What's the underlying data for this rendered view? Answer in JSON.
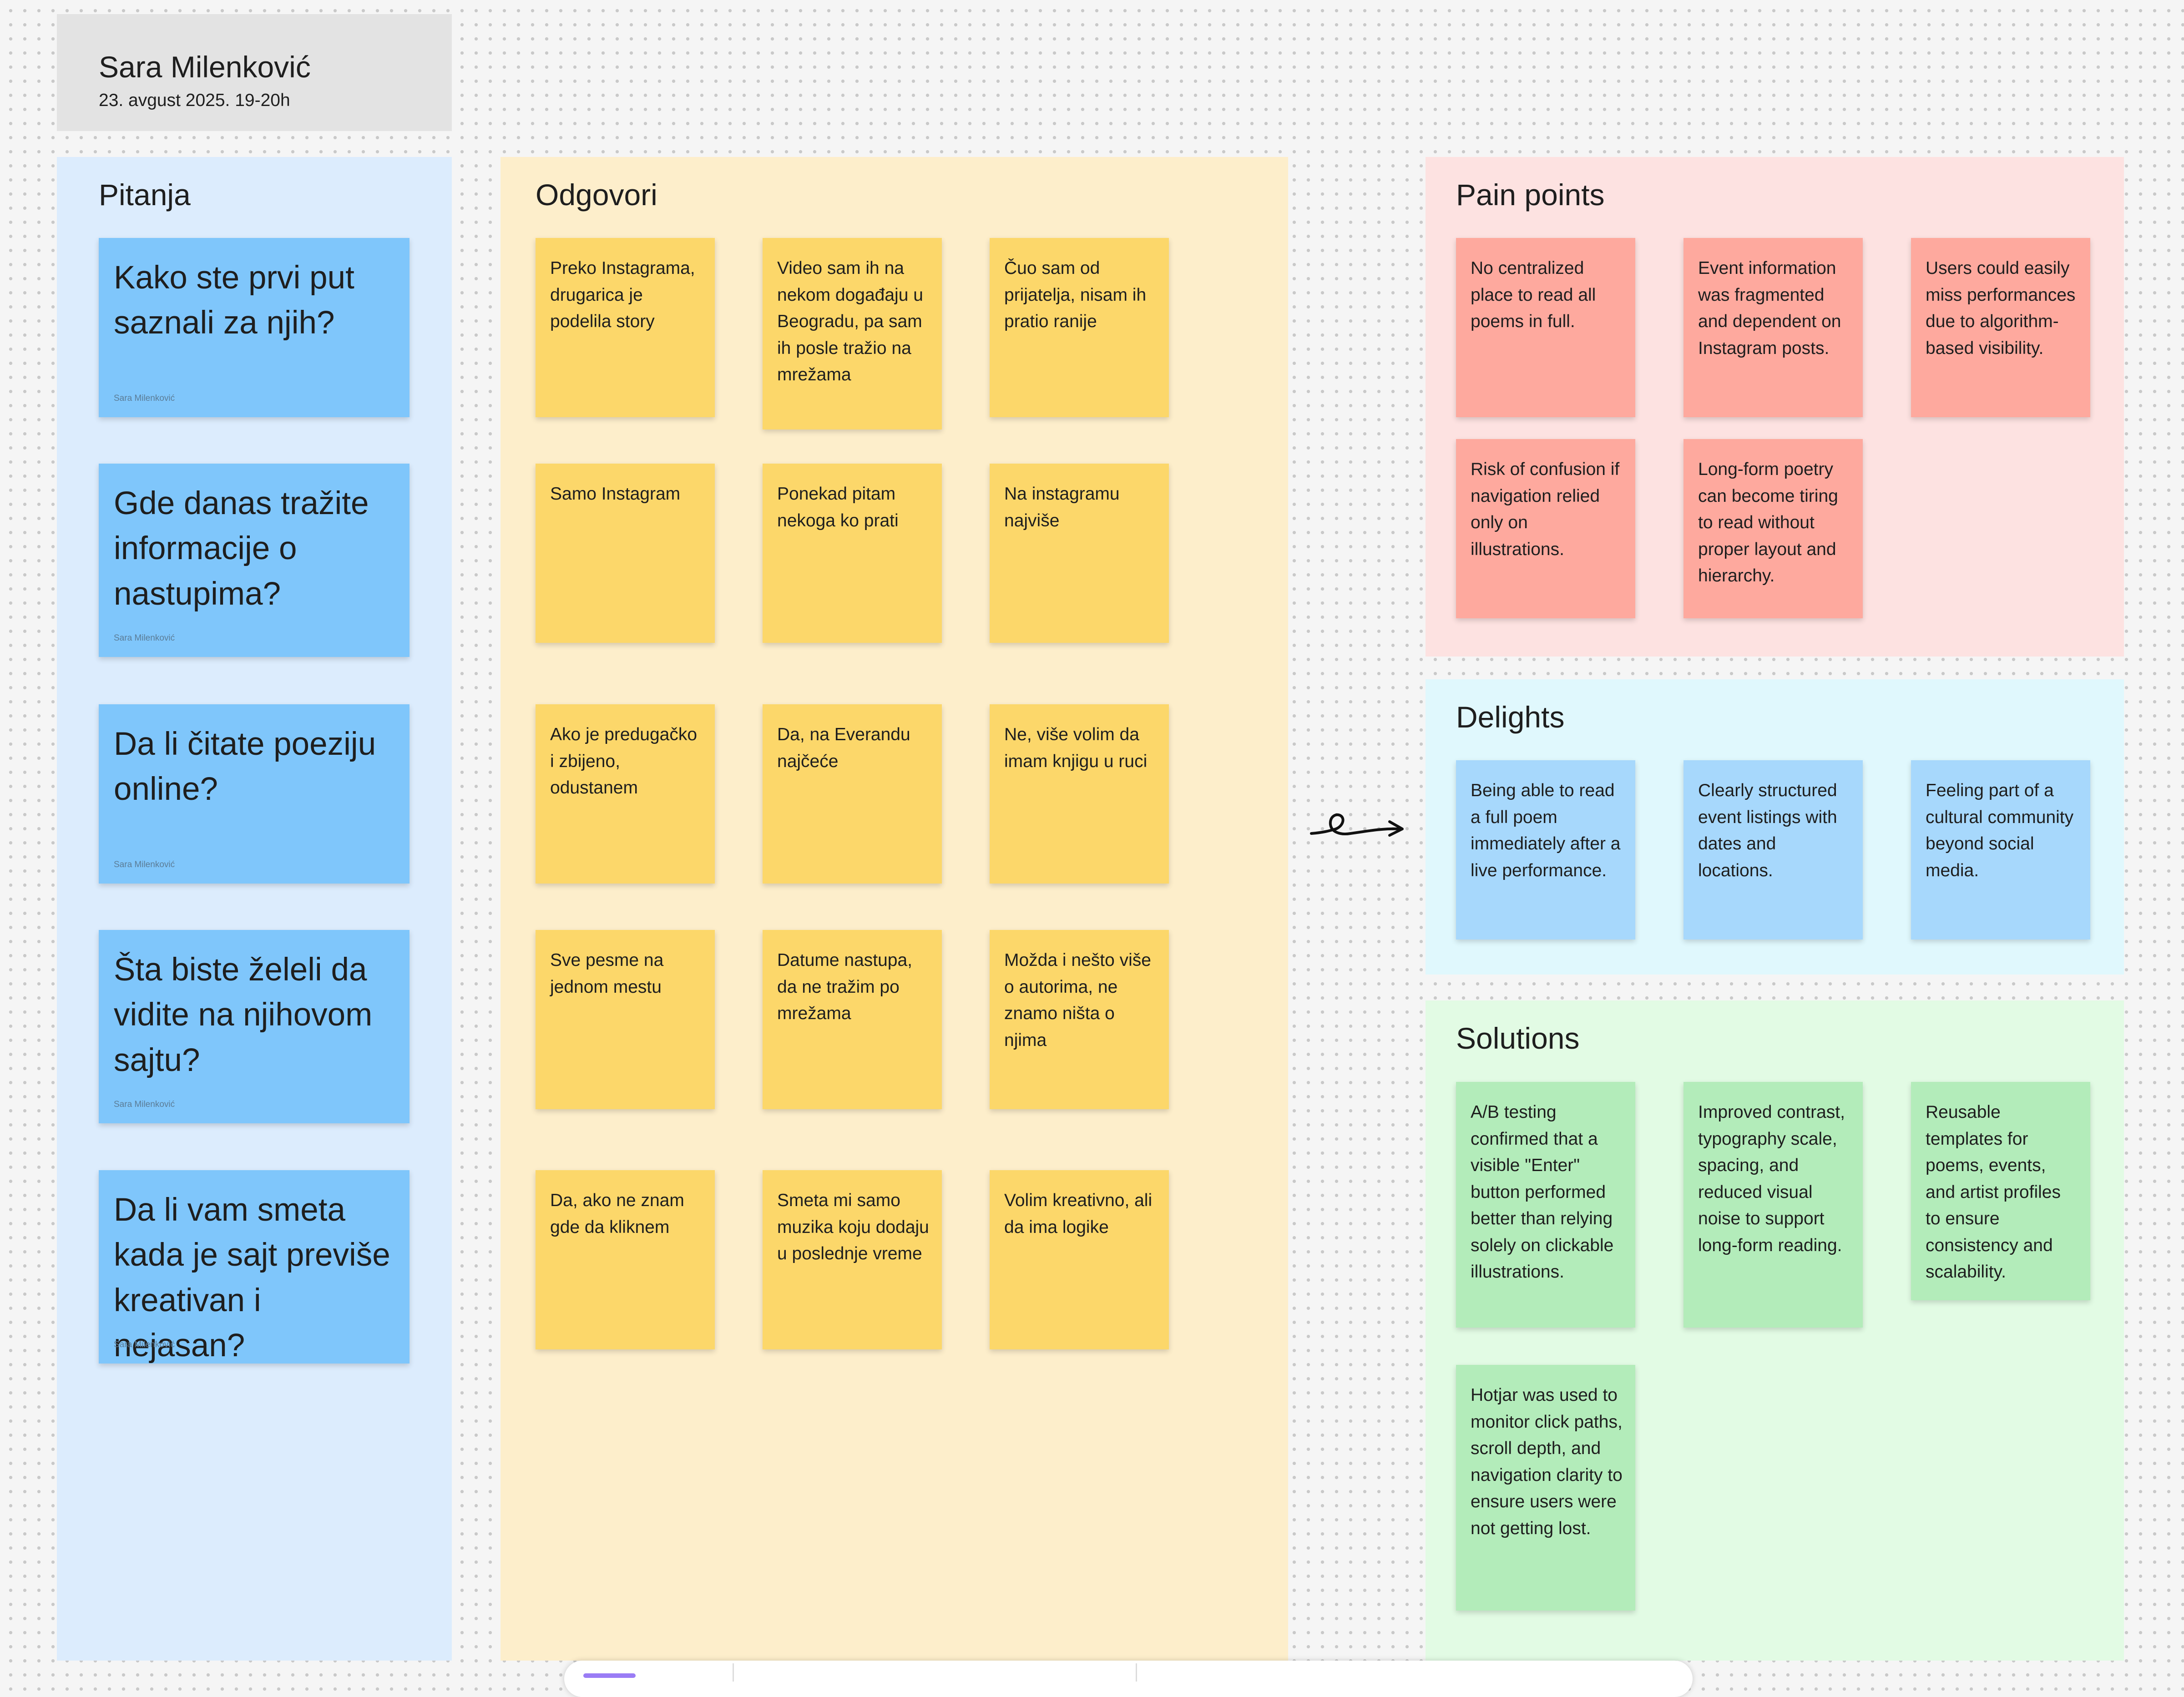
{
  "header": {
    "name": "Sara Milenković",
    "date": "23. avgust 2025. 19-20h"
  },
  "pitanja": {
    "title": "Pitanja",
    "items": [
      {
        "text": "Kako ste prvi put saznali za njih?",
        "author": "Sara Milenković"
      },
      {
        "text": "Gde danas tražite informacije o nastupima?",
        "author": "Sara Milenković"
      },
      {
        "text": "Da li čitate poeziju online?",
        "author": "Sara Milenković"
      },
      {
        "text": "Šta biste želeli da vidite na njihovom sajtu?",
        "author": "Sara Milenković"
      },
      {
        "text": "Da li vam smeta kada je sajt previše kreativan i nejasan?",
        "author": "Sara Milenković"
      }
    ]
  },
  "odgovori": {
    "title": "Odgovori",
    "items": [
      "Preko Instagrama, drugarica je podelila story",
      "Video sam ih na nekom događaju u Beogradu, pa sam ih posle tražio na mrežama",
      "Čuo sam od prijatelja, nisam ih pratio ranije",
      "Samo Instagram",
      "Ponekad pitam nekoga ko prati",
      "Na instagramu najviše",
      "Ako je predugačko i zbijeno, odustanem",
      "Da, na Everandu najčeće",
      "Ne, više volim da imam knjigu u ruci",
      "Sve pesme na jednom mestu",
      "Datume nastupa, da ne tražim po mrežama",
      "Možda i nešto više o autorima, ne znamo ništa o njima",
      "Da, ako ne znam gde da kliknem",
      "Smeta mi samo muzika koju dodaju u poslednje vreme",
      "Volim kreativno, ali da ima logike"
    ]
  },
  "pain_points": {
    "title": "Pain points",
    "items": [
      "No centralized place to read all poems in full.",
      "Event information was fragmented and dependent on Instagram posts.",
      "Users could easily miss performances due to algorithm-based visibility.",
      "Risk of confusion if navigation relied only on illustrations.",
      "Long-form poetry can become tiring to read without proper layout and hierarchy."
    ]
  },
  "delights": {
    "title": "Delights",
    "items": [
      "Being able to read a full poem immediately after a live performance.",
      "Clearly structured event listings with dates and locations.",
      "Feeling part of a cultural community beyond social media."
    ]
  },
  "solutions": {
    "title": "Solutions",
    "items": [
      "A/B testing confirmed that a visible \"Enter\" button performed better than relying solely on clickable illustrations.",
      "Improved contrast, typography scale, spacing, and reduced visual noise to support long-form reading.",
      "Reusable templates for poems, events, and artist profiles to ensure consistency and scalability.",
      "Hotjar was used to monitor click paths, scroll depth, and navigation clarity to ensure users were not getting lost."
    ]
  },
  "colors": {
    "canvas": "#f5f5f5",
    "pitanja_section": "#dcecfd",
    "question_sticky": "#7fc6fb",
    "odgovori_section": "#fdeecb",
    "answer_sticky": "#fcd76a",
    "pain_section": "#fde2e1",
    "pain_sticky": "#fea99e",
    "delights_section": "#e0f8fd",
    "delights_sticky": "#a7d8fc",
    "solutions_section": "#e2fbe4",
    "solutions_sticky": "#b3ecba"
  },
  "icons": {
    "connector": "scribble-arrow-icon"
  }
}
